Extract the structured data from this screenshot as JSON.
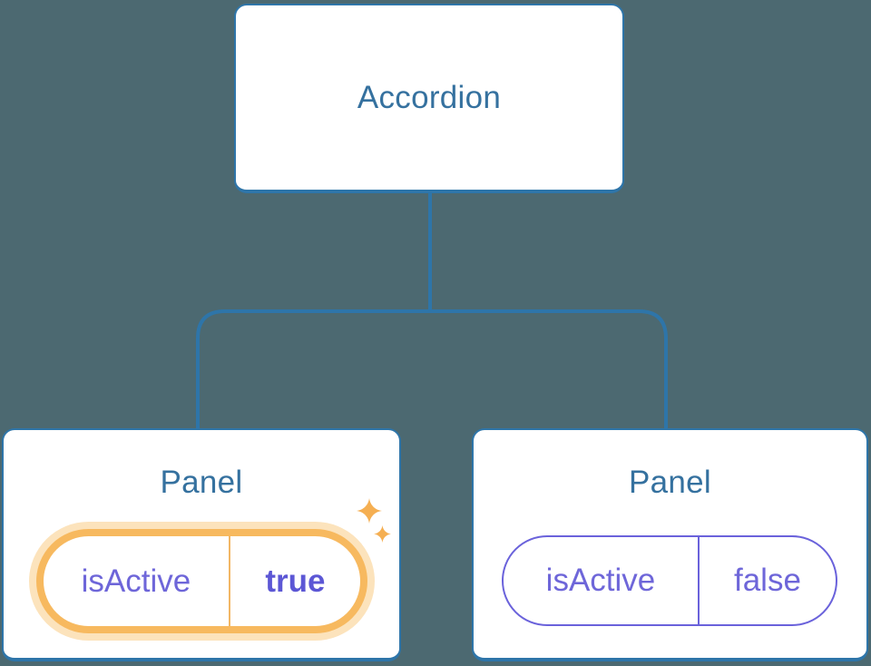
{
  "diagram": {
    "kind": "react-component-tree",
    "root": {
      "label": "Accordion"
    },
    "children": [
      {
        "label": "Panel",
        "state": {
          "key": "isActive",
          "value": "true"
        },
        "highlighted": true
      },
      {
        "label": "Panel",
        "state": {
          "key": "isActive",
          "value": "false"
        },
        "highlighted": false
      }
    ]
  },
  "colors": {
    "background": "#4C6971",
    "connector_line": "#2E75A9",
    "card_background": "#FFFFFF",
    "card_border": "#2E75A9",
    "heading_text": "#35719F",
    "state_text": "#6E66D9",
    "state_value_bold": "#5C57D5",
    "highlight_orange": "#F7B95F",
    "highlight_halo": "#FCE3BC",
    "highlight_divider": "#F2B765",
    "sparkle": "#F5AF52",
    "inactive_pill_border": "#6A62DB"
  },
  "icons": {
    "sparkle_big": "sparkle-icon",
    "sparkle_small": "sparkle-icon"
  }
}
